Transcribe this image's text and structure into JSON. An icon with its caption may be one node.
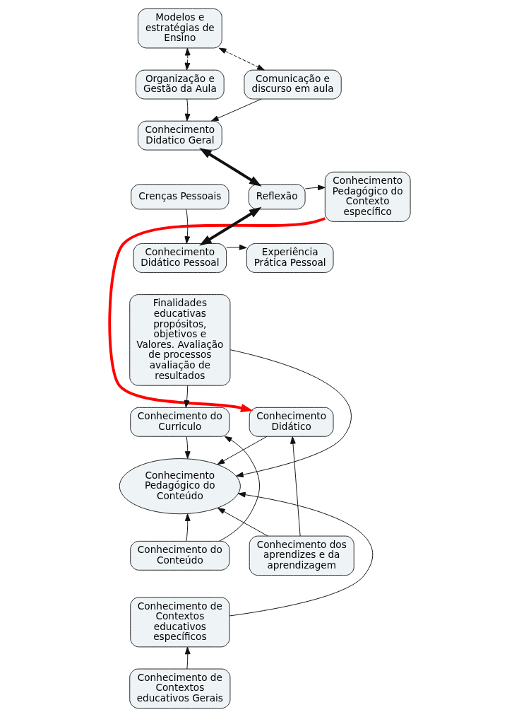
{
  "diagram": {
    "nodes": [
      {
        "text": [
          "Organização e Gestão da Aula"
        ]
      },
      {
        "text": [
          "Modelos e estratégias de Ensino"
        ]
      },
      {
        "text": [
          "Comunicação e discurso em aula"
        ]
      },
      {
        "text": [
          "Conhecimento Didatico Geral"
        ]
      },
      {
        "text": [
          "Crenças Pessoais"
        ]
      },
      {
        "text": [
          "Reflexão"
        ]
      },
      {
        "text": [
          "Conhecimento Pedagógico do Contexto específico"
        ]
      },
      {
        "text": [
          "Conhecimento Didático Pessoal"
        ]
      },
      {
        "text": [
          "Experiência Prática Pessoal"
        ]
      },
      {
        "text": [
          "Finalidades educativas propósitos, objetivos e Valores. Avaliação de processos avaliação de resultados"
        ]
      },
      {
        "text": [
          "Conhecimento do Curriculo"
        ]
      },
      {
        "text": [
          "Conhecimento Didático"
        ]
      },
      {
        "text": [
          "Conhecimento Pedagógico do Conteúdo"
        ]
      },
      {
        "text": [
          "Conhecimento do Conteúdo"
        ]
      },
      {
        "text": [
          "Conhecimento dos aprendizes e da aprendizagem"
        ]
      },
      {
        "text": [
          "Conhecimento de Contextos educativos específicos"
        ]
      },
      {
        "text": [
          "Conhecimento de Contextos educativos Gerais"
        ]
      }
    ],
    "edges": [
      {
        "from": 0,
        "to": 1,
        "arrow": "both",
        "style": "dashed"
      },
      {
        "from": 1,
        "to": 2,
        "arrow": "both",
        "style": "dashed"
      },
      {
        "from": 0,
        "to": 3,
        "arrow": "to"
      },
      {
        "from": 2,
        "to": 3,
        "arrow": "to"
      },
      {
        "from": 3,
        "to": 5,
        "arrow": "both",
        "style": "thick"
      },
      {
        "from": 4,
        "to": 7,
        "arrow": "to"
      },
      {
        "from": 5,
        "to": 6,
        "arrow": "to"
      },
      {
        "from": 7,
        "to": 5,
        "arrow": "both",
        "style": "thick"
      },
      {
        "from": 7,
        "to": 8,
        "arrow": "to"
      },
      {
        "from": 6,
        "to": 11,
        "arrow": "to",
        "style": "thick",
        "color": "#ff0000"
      },
      {
        "from": 9,
        "to": 10,
        "arrow": "to"
      },
      {
        "from": 9,
        "to": 12,
        "arrow": "to"
      },
      {
        "from": 10,
        "to": 12,
        "arrow": "to"
      },
      {
        "from": 11,
        "to": 12,
        "arrow": "to"
      },
      {
        "from": 13,
        "to": 10,
        "arrow": "to"
      },
      {
        "from": 13,
        "to": 12,
        "arrow": "to"
      },
      {
        "from": 14,
        "to": 11,
        "arrow": "to"
      },
      {
        "from": 14,
        "to": 12,
        "arrow": "to"
      },
      {
        "from": 15,
        "to": 12,
        "arrow": "to"
      },
      {
        "from": 16,
        "to": 15,
        "arrow": "to"
      }
    ]
  }
}
